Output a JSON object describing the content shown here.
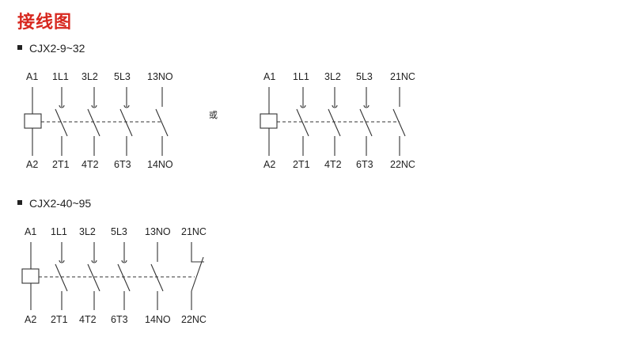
{
  "title": "接线图",
  "or_text": "或",
  "section1": {
    "heading": "CJX2-9~32",
    "diagram_a": {
      "top": [
        "A1",
        "1L1",
        "3L2",
        "5L3",
        "13NO"
      ],
      "bottom": [
        "A2",
        "2T1",
        "4T2",
        "6T3",
        "14NO"
      ]
    },
    "diagram_b": {
      "top": [
        "A1",
        "1L1",
        "3L2",
        "5L3",
        "21NC"
      ],
      "bottom": [
        "A2",
        "2T1",
        "4T2",
        "6T3",
        "22NC"
      ]
    }
  },
  "section2": {
    "heading": "CJX2-40~95",
    "diagram": {
      "top": [
        "A1",
        "1L1",
        "3L2",
        "5L3",
        "13NO",
        "21NC"
      ],
      "bottom": [
        "A2",
        "2T1",
        "4T2",
        "6T3",
        "14NO",
        "22NC"
      ]
    }
  },
  "colors": {
    "title": "#d7281f",
    "line": "#333333"
  }
}
